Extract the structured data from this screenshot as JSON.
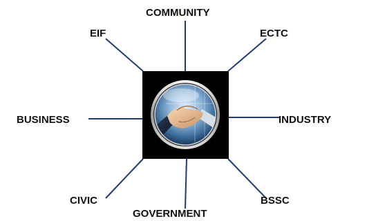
{
  "center": {
    "image_description_icon": "handshake-icon",
    "frame_color": "#000000",
    "connector_color": "#1f3a73"
  },
  "nodes": {
    "community": "COMMUNITY",
    "eif": "EIF",
    "ectc": "ECTC",
    "business": "BUSINESS",
    "industry": "INDUSTRY",
    "civic": "CIVIC",
    "bssc": "BSSC",
    "government": "GOVERNMENT"
  }
}
